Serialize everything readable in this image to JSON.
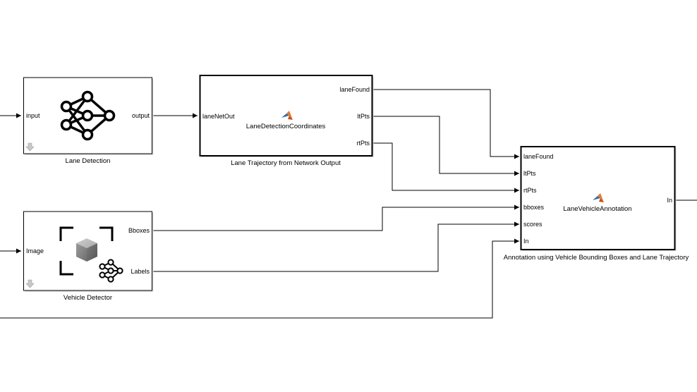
{
  "blocks": {
    "lane_detection": {
      "label": "Lane Detection",
      "in_port": "input",
      "out_port": "output"
    },
    "lane_trajectory": {
      "label": "Lane Trajectory from Network Output",
      "function_name": "LaneDetectionCoordinates",
      "in_port": "laneNetOut",
      "out_ports": [
        "laneFound",
        "ltPts",
        "rtPts"
      ]
    },
    "vehicle_detector": {
      "label": "Vehicle Detector",
      "in_port": "Image",
      "out_ports": [
        "Bboxes",
        "Labels"
      ]
    },
    "annotation": {
      "label": "Annotation using Vehicle Bounding Boxes and Lane Trajectory",
      "function_name": "LaneVehicleAnnotation",
      "in_ports": [
        "laneFound",
        "ltPts",
        "rtPts",
        "bboxes",
        "scores",
        "In"
      ],
      "out_port": "In"
    }
  },
  "icons": {
    "neural_network": "neural-network-icon",
    "matlab_function": "matlab-logo-icon",
    "object_detector": "object-detector-icon",
    "mask_indicator": "down-arrow-icon"
  },
  "colors": {
    "wire": "#000000",
    "block_border": "#000000",
    "background": "#ffffff",
    "matlab_orange": "#e8772e",
    "matlab_blue": "#2f6fa8",
    "cube_gray": "#8a8a8a"
  }
}
